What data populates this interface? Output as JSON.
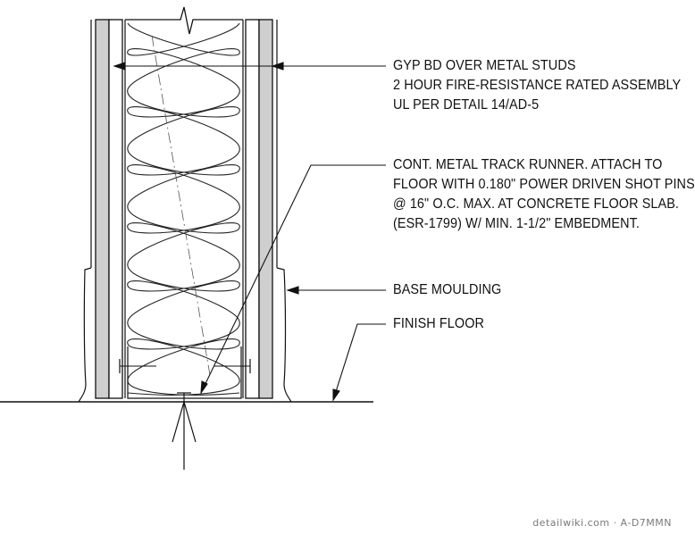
{
  "notes": [
    {
      "id": "gyp",
      "lines": [
        "GYP BD OVER METAL STUDS",
        "2 HOUR FIRE-RESISTANCE RATED ASSEMBLY",
        "UL PER DETAIL 14/AD-5"
      ]
    },
    {
      "id": "track",
      "lines": [
        "CONT. METAL TRACK RUNNER. ATTACH TO",
        "FLOOR WITH 0.180\" POWER DRIVEN SHOT PINS",
        "@ 16\" O.C. MAX. AT CONCRETE FLOOR SLAB.",
        "(ESR-1799) W/ MIN. 1-1/2\" EMBEDMENT."
      ]
    },
    {
      "id": "base",
      "lines": [
        "BASE MOULDING"
      ]
    },
    {
      "id": "floor",
      "lines": [
        "FINISH FLOOR"
      ]
    }
  ],
  "watermark": "detailwiki.com · A-D7MMN",
  "colors": {
    "line": "#111111",
    "gypsum_fill": "#cfcfcf",
    "insulation": "#222222",
    "watermark": "#7a7a7a"
  }
}
